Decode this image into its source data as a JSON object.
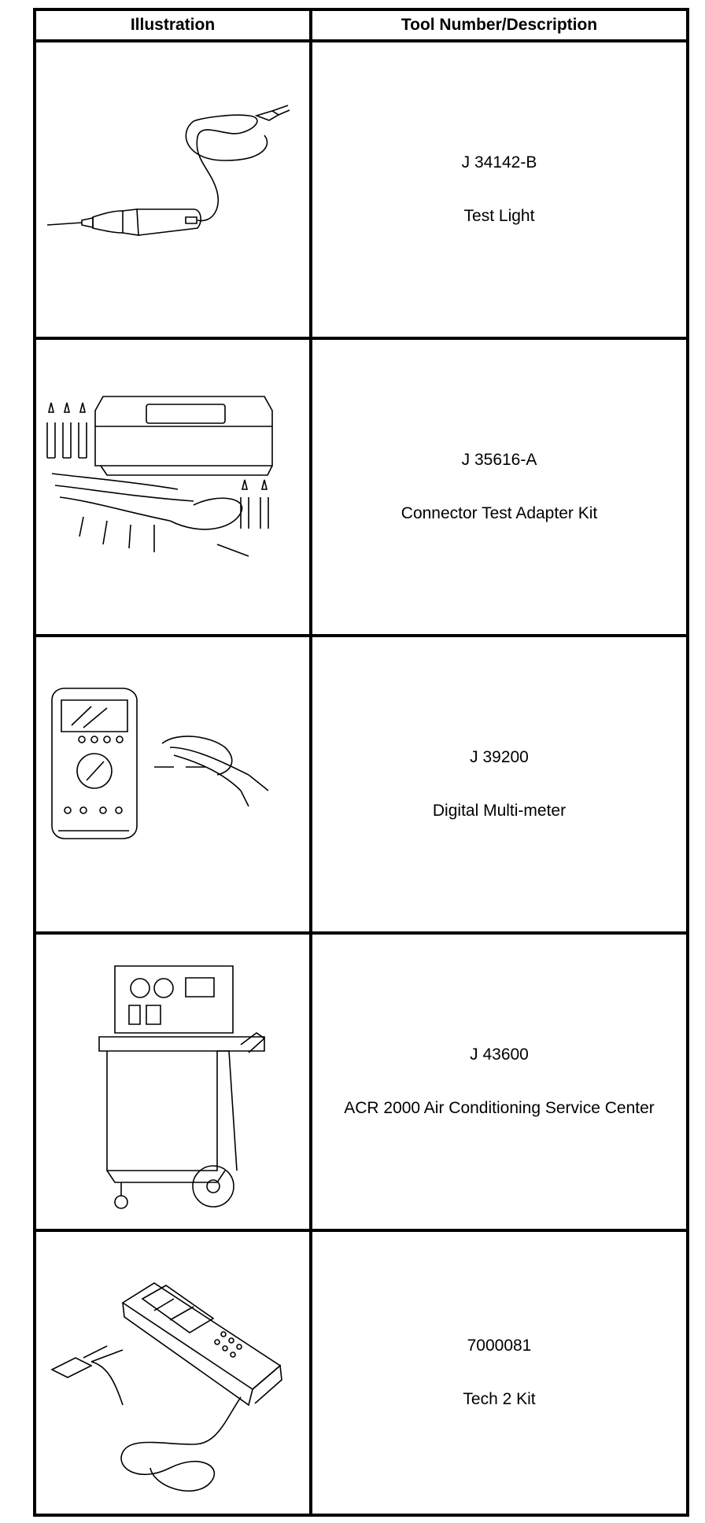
{
  "header": {
    "illustration": "Illustration",
    "tool": "Tool Number/Description"
  },
  "rows": [
    {
      "number": "J 34142-B",
      "description": "Test Light",
      "icon": "test-light-icon"
    },
    {
      "number": "J 35616-A",
      "description": "Connector Test Adapter Kit",
      "icon": "adapter-kit-icon"
    },
    {
      "number": "J 39200",
      "description": "Digital Multi-meter",
      "icon": "multimeter-icon"
    },
    {
      "number": "J 43600",
      "description": "ACR 2000 Air Conditioning Service Center",
      "icon": "ac-service-center-icon"
    },
    {
      "number": "7000081",
      "description": "Tech 2 Kit",
      "icon": "tech2-scanner-icon"
    }
  ]
}
